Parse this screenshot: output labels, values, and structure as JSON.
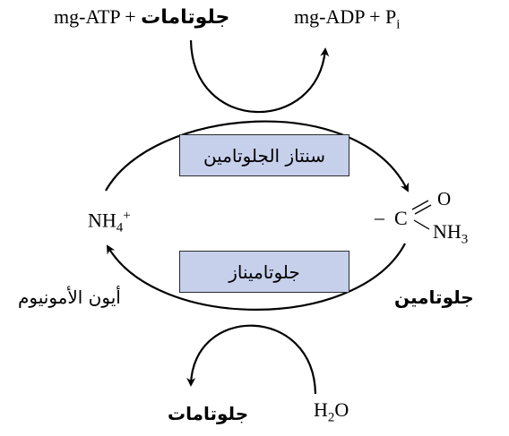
{
  "top": {
    "left": {
      "ar": "جلوتامات",
      "plus": "+",
      "atp": "mg-ATP"
    },
    "right": {
      "adp": "mg-ADP + P",
      "sub": "i"
    }
  },
  "side": {
    "nh4": "NH",
    "nh4_sub": "4",
    "nh4_sup": "+",
    "ammonium_label": "أيون الأمونيوم",
    "amide_c": "C",
    "amide_dash": "–",
    "amide_o": "O",
    "amide_nh": "NH",
    "amide_nh_sub": "3",
    "glutamine_label": "جلوتامين"
  },
  "enzymes": {
    "synthetase": "سنتاز الجلوتامين",
    "glutaminase": "جلوتاميناز"
  },
  "bottom": {
    "glutamate": "جلوتامات",
    "water": "H",
    "water_sub": "2",
    "water_o": "O"
  },
  "colors": {
    "box_fill": "#c6d0eb",
    "stroke": "#000000"
  }
}
